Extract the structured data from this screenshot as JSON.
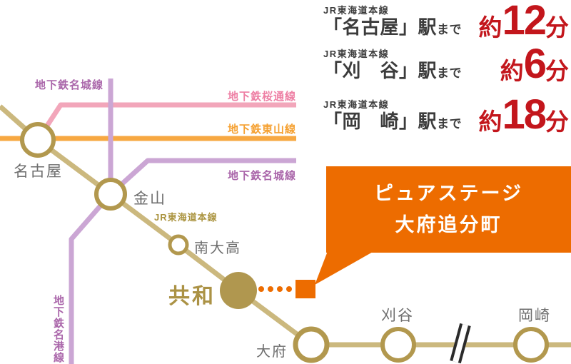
{
  "access": {
    "rows": [
      {
        "line": "JR東海道本線",
        "station": "「名古屋」駅",
        "suffix": "まで",
        "time_prefix": "約",
        "minutes": "12",
        "time_unit": "分"
      },
      {
        "line": "JR東海道本線",
        "station": "「刈　谷」駅",
        "suffix": "まで",
        "time_prefix": "約",
        "minutes": "6",
        "time_unit": "分"
      },
      {
        "line": "JR東海道本線",
        "station": "「岡　崎」駅",
        "suffix": "まで",
        "time_prefix": "約",
        "minutes": "18",
        "time_unit": "分"
      }
    ]
  },
  "callout": {
    "line1": "ピュアステージ",
    "line2": "大府追分町"
  },
  "map": {
    "line_labels": {
      "meijo_top": "地下鉄名城線",
      "sakuradori": "地下鉄桜通線",
      "higashiyama": "地下鉄東山線",
      "meijo_lower": "地下鉄名城線",
      "meiko": "地下鉄名港線",
      "jr_tokaido": "JR東海道本線"
    },
    "stations": {
      "nagoya": "名古屋",
      "kanayama": "金山",
      "minami_odaka": "南大高",
      "kyowa": "共和",
      "obu": "大府",
      "kariya": "刈谷",
      "okazaki": "岡崎"
    }
  },
  "colors": {
    "accent_orange": "#ed6c00",
    "time_red": "#c3161c",
    "text_dark": "#3c3c3c",
    "station_gray": "#6e6e6e",
    "jr_line_gold": "#cbb87e",
    "jr_text_gold": "#ab9440",
    "station_ring_gold": "#b2984e",
    "kyowa_gold": "#ab9245",
    "sakuradori_pink_line": "#f2a6ba",
    "sakuradori_pink_text": "#ee7fa4",
    "higashiyama_orange_line": "#f7a842",
    "higashiyama_orange_text": "#f5a030",
    "subway_purple_line": "#cba6d4",
    "subway_purple_text": "#aa66aa"
  }
}
